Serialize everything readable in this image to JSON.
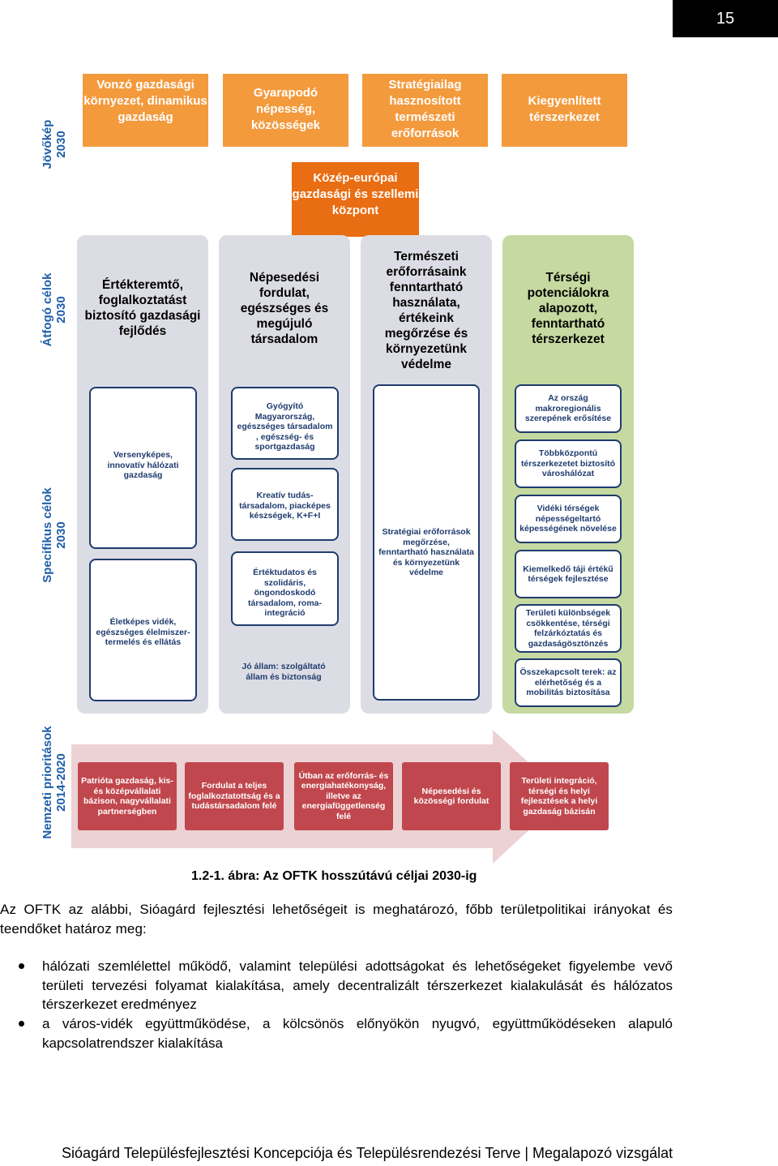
{
  "page_number": "15",
  "row_labels": {
    "vision": [
      "Jövőkép",
      "2030"
    ],
    "overall": [
      "Átfogó célok",
      "2030"
    ],
    "specific": [
      "Specifikus célok",
      "2030"
    ],
    "national": [
      "Nemzeti prioritások",
      "2014-2020"
    ]
  },
  "vision_boxes": [
    "Vonzó gazdasági környezet, dinamikus gazdaság",
    "Gyarapodó népesség, közösségek",
    "Stratégiailag hasznosított természeti erőforrások",
    "Kiegyenlített térszerkezet"
  ],
  "vision_center": "Közép-európai gazdasági és szellemi központ",
  "overall_goals": [
    "Értékteremtő, foglalkoztatást biztosító gazdasági fejlődés",
    "Népesedési fordulat, egészséges és megújuló társadalom",
    "Természeti erőforrásaink fenntartható használata, értékeink megőrzése és környezetünk védelme",
    "Térségi potenciálokra alapozott, fenntartható térszerkezet"
  ],
  "specific": {
    "col1_label": "Versenyképes, innovatív hálózati gazdaság",
    "col1_box": "Életképes vidék, egészséges élelmiszer-termelés és ellátás",
    "col2_boxes": [
      "Gyógyító Magyarország, egészséges társadalom , egészség- és sportgazdaság",
      "Kreatív tudás-társadalom, piacképes készségek, K+F+I",
      "Értéktudatos és szolidáris, öngondoskodó társadalom, roma-integráció"
    ],
    "col2_text": "Jó állam: szolgáltató állam és biztonság",
    "col3_text": "Stratégiai erőforrások megőrzése, fenntartható használata és környezetünk védelme",
    "col4_boxes": [
      "Az ország makroregionális szerepének erősítése",
      "Többközpontú térszerkezetet biztosító városhálózat",
      "Vidéki térségek népességeltartó képességének növelése",
      "Kiemelkedő táji értékű térségek fejlesztése",
      "Területi különbségek csökkentése, térségi felzárkóztatás és gazdaságösztönzés",
      "Összekapcsolt terek: az elérhetőség és a mobilitás biztosítása"
    ]
  },
  "national_priorities": [
    "Patrióta gazdaság, kis- és középvállalati bázison, nagyvállalati partnerségben",
    "Fordulat a teljes foglalkoztatottság és a tudástársadalom felé",
    "Útban az erőforrás- és energiahatékonyság, illetve az energiafüggetlenség felé",
    "Népesedési és közösségi fordulat",
    "Területi integráció, térségi és helyi fejlesztések a helyi gazdaság bázisán"
  ],
  "caption": "1.2-1. ábra: Az OFTK hosszútávú céljai 2030-ig",
  "paragraph": "Az OFTK az alábbi, Sióagárd fejlesztési lehetőségeit is meghatározó, főbb területpolitikai irányokat és teendőket határoz meg:",
  "bullets": [
    "hálózati szemlélettel működő, valamint települési adottságokat és lehetőségeket figyelembe vevő területi tervezési folyamat kialakítása, amely decentralizált térszerkezet kialakulását és hálózatos térszerkezet eredményez",
    "a város-vidék együttműködése, a kölcsönös előnyökön nyugvó, együttműködéseken alapuló kapcsolatrendszer kialakítása"
  ],
  "footer": "Sióagárd Településfejlesztési Koncepciója és Településrendezési Terve | Megalapozó vizsgálat",
  "colors": {
    "orange": "#f39a3d",
    "dark_orange": "#e96d12",
    "column_gray": "#dcdde4",
    "column_green": "#c6d9a0",
    "navy": "#1f3b6e",
    "red": "#c0474d",
    "label_blue": "#1f5ea8",
    "arrow_pink": "#ecd2d4"
  }
}
